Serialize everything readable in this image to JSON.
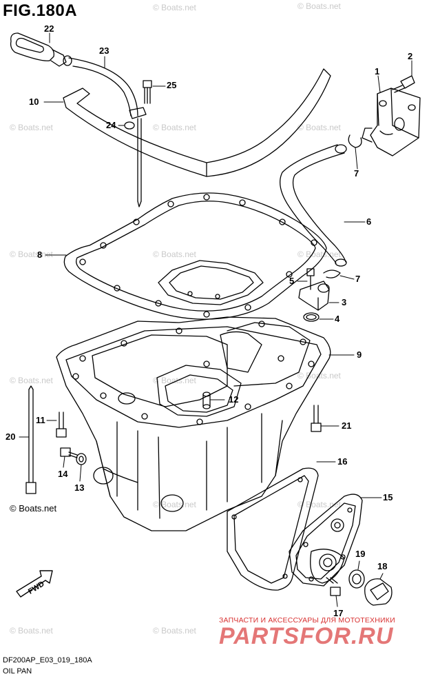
{
  "figure": {
    "title": "FIG.180A",
    "code": "DF200AP_E03_019_180A",
    "name": "OIL PAN"
  },
  "watermark": {
    "text": "© Boats.net",
    "dark_text": "© Boats.net"
  },
  "ad": {
    "tagline": "ЗАПЧАСТИ И АКСЕССУАРЫ ДЛЯ МОТОТЕХНИКИ",
    "brand": "PARTSFOR.RU"
  },
  "fwd_label": "FWD",
  "callouts": [
    {
      "id": "c22",
      "label": "22"
    },
    {
      "id": "c23",
      "label": "23"
    },
    {
      "id": "c2",
      "label": "2"
    },
    {
      "id": "c1",
      "label": "1"
    },
    {
      "id": "c25",
      "label": "25"
    },
    {
      "id": "c10",
      "label": "10"
    },
    {
      "id": "c24",
      "label": "24"
    },
    {
      "id": "c7a",
      "label": "7"
    },
    {
      "id": "c6",
      "label": "6"
    },
    {
      "id": "c8",
      "label": "8"
    },
    {
      "id": "c5",
      "label": "5"
    },
    {
      "id": "c7b",
      "label": "7"
    },
    {
      "id": "c3",
      "label": "3"
    },
    {
      "id": "c4",
      "label": "4"
    },
    {
      "id": "c9",
      "label": "9"
    },
    {
      "id": "c12",
      "label": "12"
    },
    {
      "id": "c11",
      "label": "11"
    },
    {
      "id": "c21",
      "label": "21"
    },
    {
      "id": "c20",
      "label": "20"
    },
    {
      "id": "c16",
      "label": "16"
    },
    {
      "id": "c14",
      "label": "14"
    },
    {
      "id": "c13",
      "label": "13"
    },
    {
      "id": "c15",
      "label": "15"
    },
    {
      "id": "c19",
      "label": "19"
    },
    {
      "id": "c18",
      "label": "18"
    },
    {
      "id": "c17",
      "label": "17"
    }
  ]
}
